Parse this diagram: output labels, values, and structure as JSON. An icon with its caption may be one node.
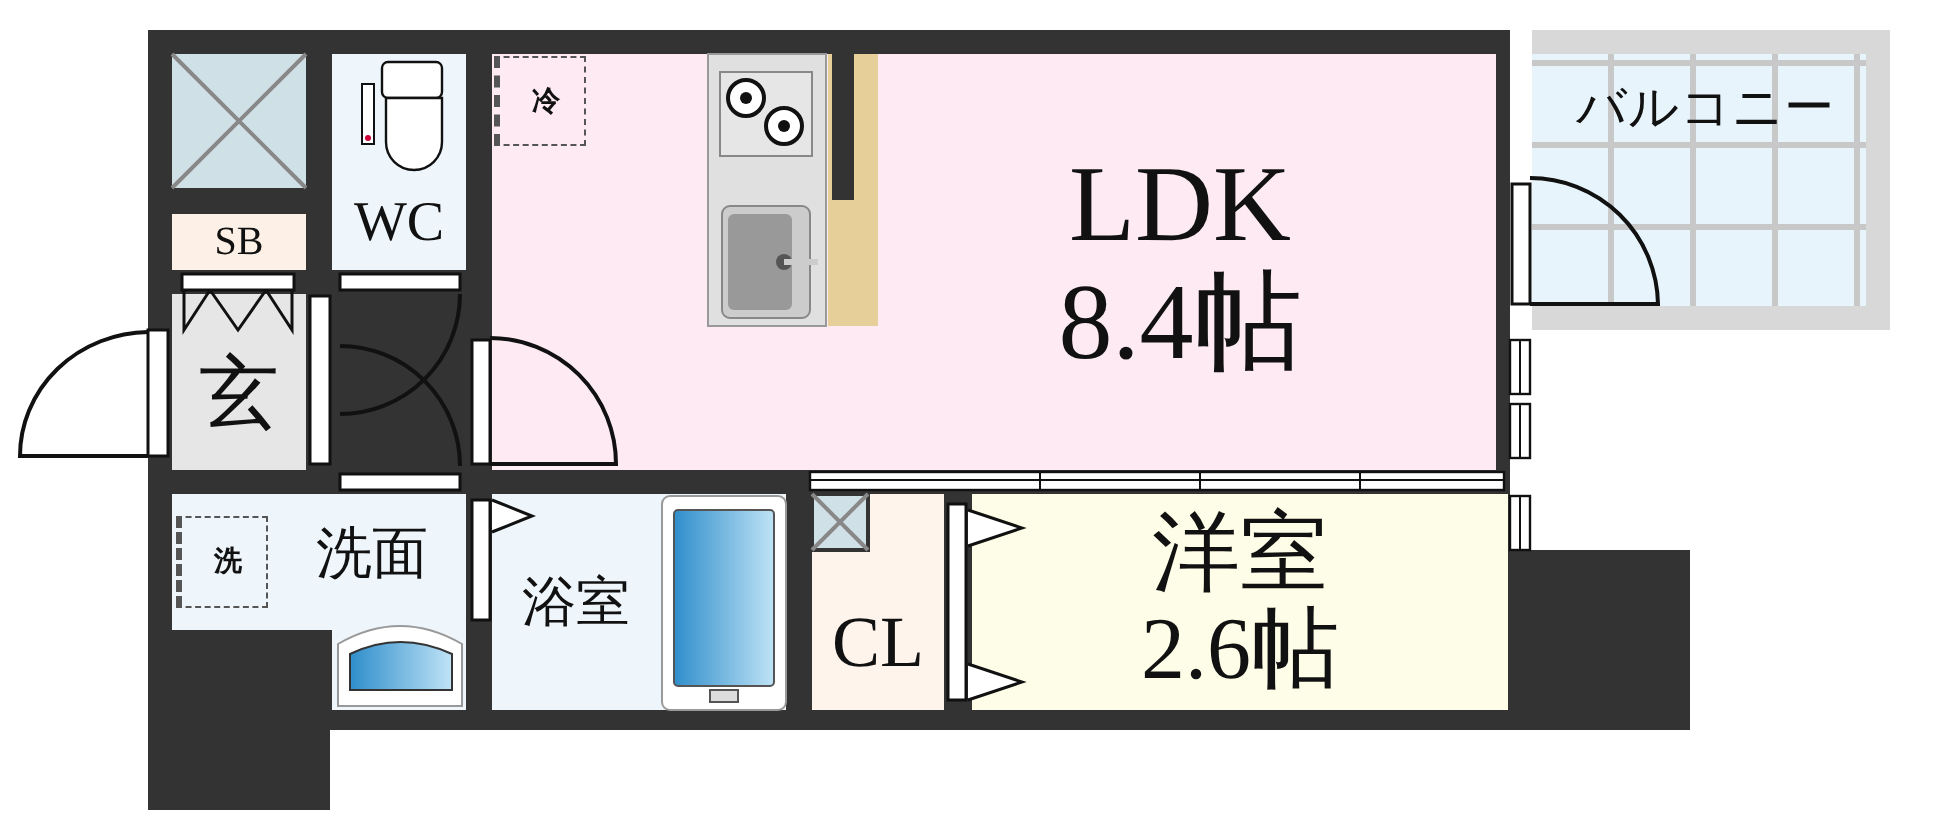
{
  "diagram": {
    "nodes": [
      {
        "text": [
          "WC"
        ]
      },
      {
        "text": [
          "LDK",
          "8.4帖"
        ]
      },
      {
        "text": [
          "冷"
        ],
        "in": 1
      },
      {
        "text": [
          "バルコニー"
        ]
      },
      {
        "text": [
          "SB"
        ]
      },
      {
        "text": [
          "玄"
        ]
      },
      {
        "text": [
          "洗面"
        ]
      },
      {
        "text": [
          "洗"
        ],
        "in": 6
      },
      {
        "text": [
          "浴室"
        ]
      },
      {
        "text": [
          "CL"
        ]
      },
      {
        "text": [
          "洋室",
          "2.6帖"
        ]
      }
    ]
  }
}
